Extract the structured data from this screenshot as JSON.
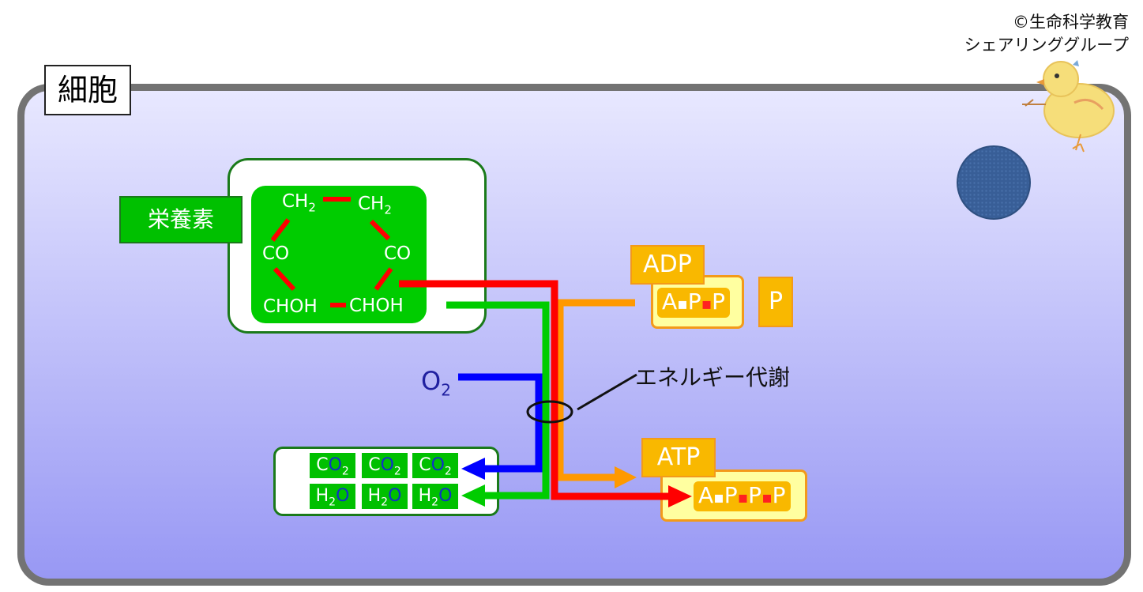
{
  "copyright": {
    "line1": "©生命科学教育",
    "line2": "シェアリンググループ"
  },
  "cell": {
    "label": "細胞"
  },
  "nutrient": {
    "label": "栄養素"
  },
  "glucose": {
    "ch2_left": "CH",
    "ch2_right": "CH",
    "sub2": "2",
    "co_left": "CO",
    "co_right": "CO",
    "choh_left": "CHOH",
    "choh_right": "CHOH"
  },
  "oxygen": {
    "symbol": "O",
    "sub": "2"
  },
  "energy": {
    "label": "エネルギー代謝"
  },
  "products": {
    "co2": [
      "C",
      "O",
      "2"
    ],
    "h2o": [
      "H",
      "2",
      "O"
    ]
  },
  "adp": {
    "label": "ADP",
    "a": "A",
    "p1": "P",
    "p2": "P",
    "free_p": "P"
  },
  "atp": {
    "label": "ATP",
    "a": "A",
    "p1": "P",
    "p2": "P",
    "p3": "P"
  },
  "colors": {
    "carbon_path": "#ff0000",
    "hydrogen_path": "#00cc00",
    "oxygen_path": "#0000ff",
    "energy_path": "#ff9900"
  }
}
